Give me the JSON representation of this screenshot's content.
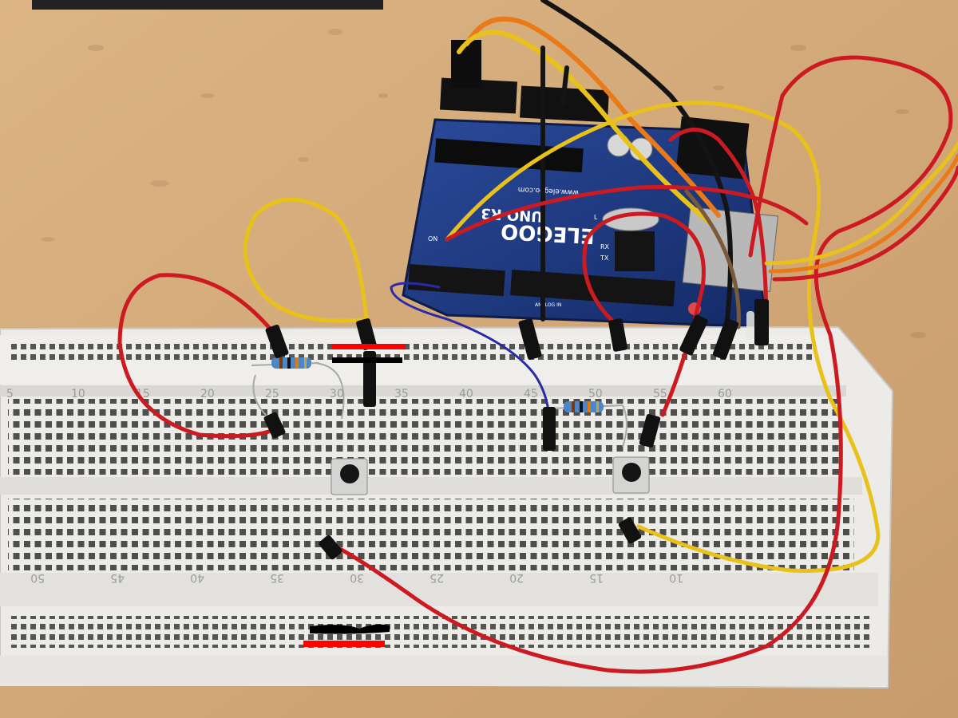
{
  "scene": {
    "title": "",
    "objects": [
      "wooden table",
      "Arduino UNO R3 compatible board",
      "solderless breadboard",
      "two tactile push buttons",
      "two resistors",
      "jumper wires",
      "LED"
    ]
  },
  "board": {
    "brand": "ELEGOO",
    "model": "UNO R3",
    "site": "www.elegoo.com",
    "label_on": "ON",
    "label_tx": "TX",
    "label_rx": "RX",
    "label_l": "L",
    "label_analog": "ANALOG IN"
  },
  "breadboard": {
    "top_numbers": [
      "5",
      "10",
      "15",
      "20",
      "25",
      "30",
      "35",
      "40",
      "45",
      "50",
      "55",
      "60"
    ],
    "bottom_numbers": [
      "50",
      "45",
      "40",
      "35",
      "30",
      "25",
      "20",
      "15",
      "10"
    ]
  },
  "colors": {
    "wood": "#d7ae80",
    "breadboard": "#ececea",
    "board": "#1f3a80",
    "wire_red": "#cc1a22",
    "wire_yellow": "#e8c21a",
    "wire_orange": "#ea7a18",
    "wire_black": "#141414",
    "wire_blue": "#2a2aa8",
    "marker_red": "#ff0000",
    "marker_black": "#000000"
  }
}
